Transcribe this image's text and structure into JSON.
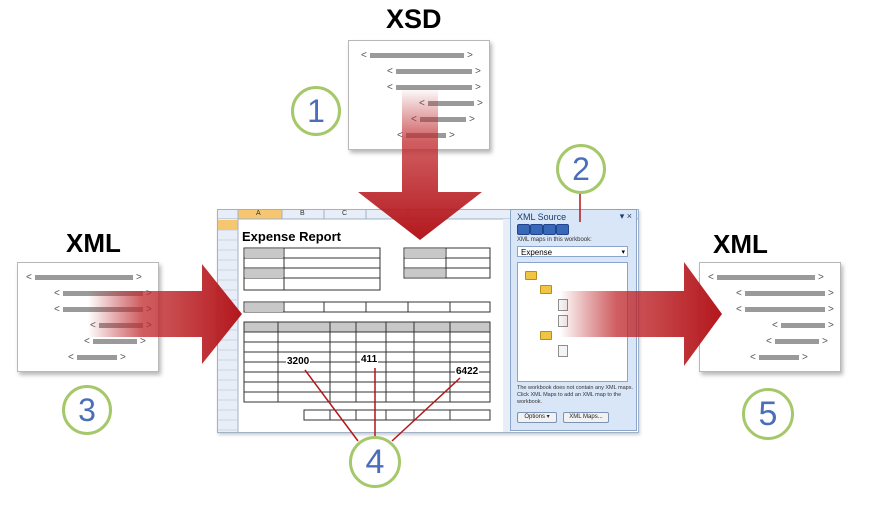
{
  "labels": {
    "xsd": "XSD",
    "xml_left": "XML",
    "xml_right": "XML"
  },
  "callouts": [
    "1",
    "2",
    "3",
    "4",
    "5"
  ],
  "spreadsheet": {
    "columns": [
      "A",
      "B",
      "C"
    ],
    "title": "Expense Report",
    "values": [
      "3200",
      "411",
      "6422"
    ]
  },
  "xml_source_pane": {
    "title": "XML Source",
    "maps_label": "XML maps in this workbook:",
    "selected_map": "Expense",
    "note": "The workbook does not contain any XML maps. Click XML Maps to add an XML map to the workbook.",
    "options_button": "Options ▾",
    "xml_maps_button": "XML Maps..."
  },
  "colors": {
    "arrow": "#b3171c",
    "callout_ring": "#a4c86a",
    "callout_text": "#4a6fb8",
    "pane_bg": "#d9e6f7"
  },
  "icons": [
    "folder-icon",
    "file-icon",
    "close-icon"
  ]
}
